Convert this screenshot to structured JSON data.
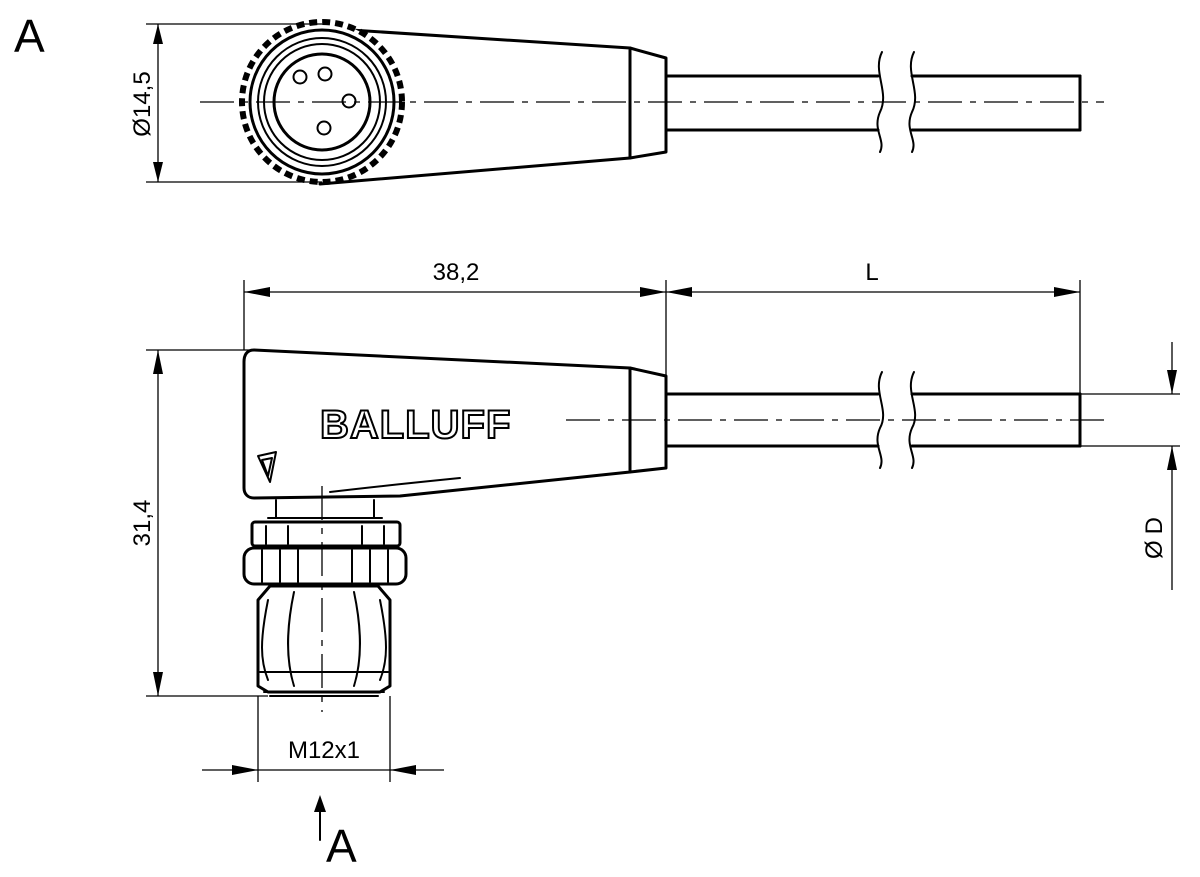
{
  "view": {
    "top_label": "A",
    "arrow_label": "A"
  },
  "brand": {
    "logo_text": "BALLUFF"
  },
  "dimensions": {
    "diameter_top": "14,5",
    "length_body": "38,2",
    "length_cable": "L",
    "height": "31,4",
    "thread": "M12x1",
    "cable_diameter": "D",
    "diameter_symbol": "Ø"
  }
}
